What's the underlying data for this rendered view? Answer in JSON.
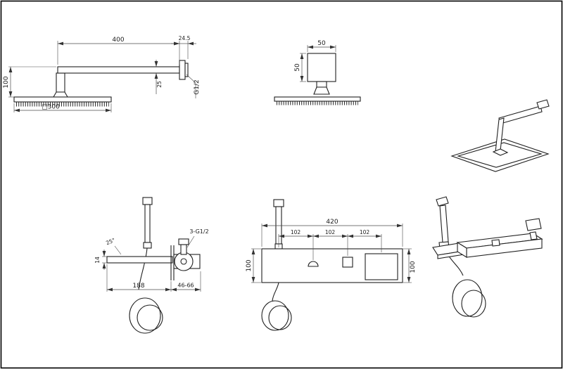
{
  "colors": {
    "line": "#1f1f1f",
    "background": "#ffffff"
  },
  "views": {
    "head_side": {
      "arm_length": "400",
      "flange_depth": "24.5",
      "height": "100",
      "head_size": "□300",
      "arm_profile": "25",
      "thread": "G1/2"
    },
    "head_front": {
      "width": "50",
      "height": "50"
    },
    "valve_side": {
      "connections": "3-G1/2",
      "angle": "25°",
      "spout_height": "14",
      "spout_length": "188",
      "install_depth": "46-66"
    },
    "valve_front": {
      "width": "420",
      "spacing_a": "102",
      "spacing_b": "102",
      "spacing_c": "102",
      "height_left": "100",
      "height_right": "100"
    }
  }
}
